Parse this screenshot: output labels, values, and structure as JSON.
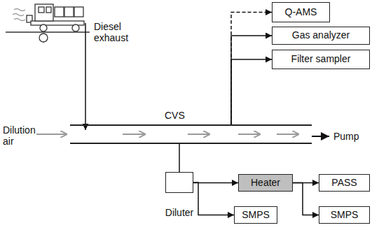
{
  "diagram": {
    "nodes": [
      {
        "text": [
          "Q-AMS"
        ]
      },
      {
        "text": [
          "Gas analyzer"
        ]
      },
      {
        "text": [
          "Filter sampler"
        ]
      },
      {
        "text": [
          "CVS"
        ]
      },
      {
        "text": [
          "Diluter"
        ]
      },
      {
        "text": [
          "Heater"
        ]
      },
      {
        "text": [
          "PASS"
        ]
      },
      {
        "text": [
          "SMPS"
        ]
      },
      {
        "text": [
          "SMPS"
        ]
      }
    ],
    "edges": [
      {
        "from": 3,
        "to": 0,
        "arrow": "to"
      },
      {
        "from": 3,
        "to": 1,
        "arrow": "to"
      },
      {
        "from": 3,
        "to": 2,
        "arrow": "to"
      },
      {
        "from": 3,
        "to": 4,
        "arrow": "none"
      },
      {
        "from": 4,
        "to": 5,
        "arrow": "to"
      },
      {
        "from": 4,
        "to": 7,
        "arrow": "to"
      },
      {
        "from": 5,
        "to": 6,
        "arrow": "to"
      },
      {
        "from": 5,
        "to": 8,
        "arrow": "to"
      }
    ],
    "labels": [
      "Diesel exhaust",
      "Dilution air",
      "Pump"
    ]
  }
}
